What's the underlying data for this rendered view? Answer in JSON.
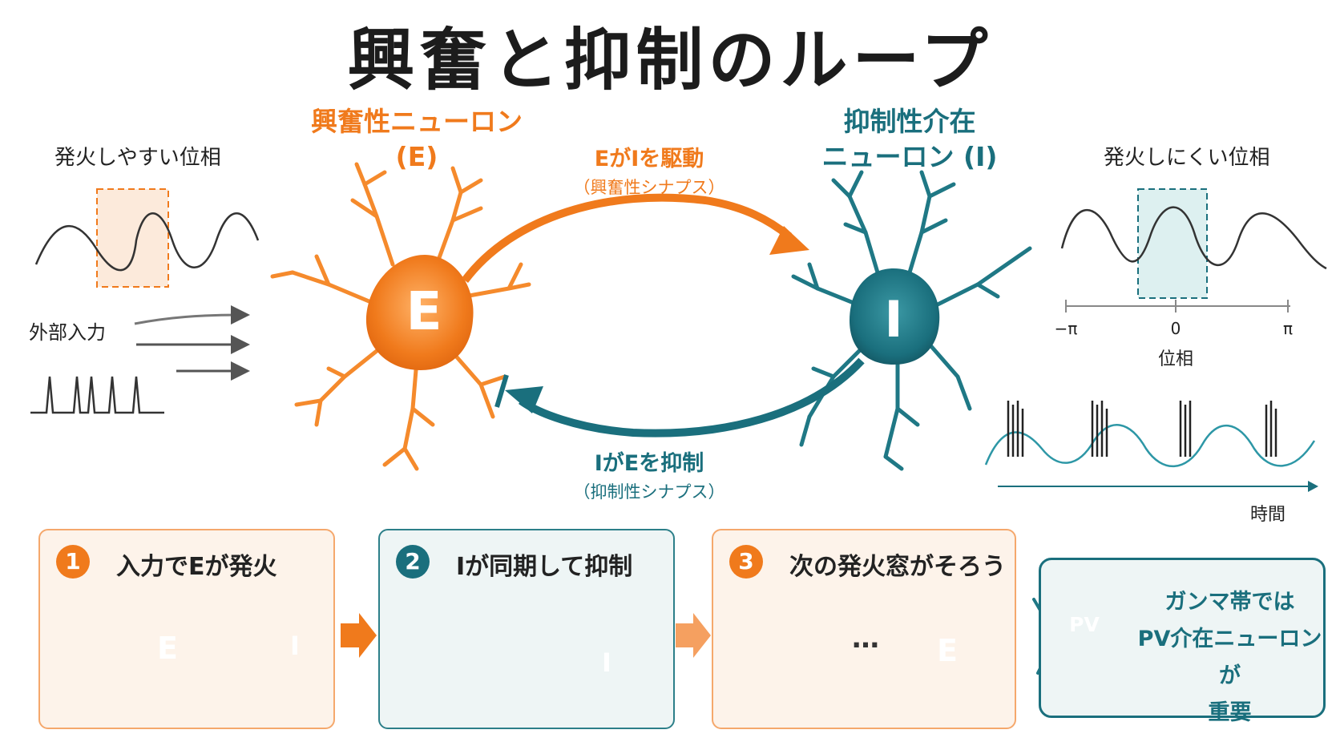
{
  "title": "興奮と抑制のループ",
  "excitatory": {
    "label_line1": "興奮性ニューロン",
    "label_line2": "(E)",
    "letter": "E"
  },
  "inhibitory": {
    "label_line1": "抑制性介在",
    "label_line2": "ニューロン (I)",
    "letter": "I"
  },
  "drive": {
    "label": "EがIを駆動",
    "sub": "（興奮性シナプス）"
  },
  "inhibit": {
    "label": "IがEを抑制",
    "sub": "（抑制性シナプス）"
  },
  "left_panel": {
    "title": "発火しやすい位相",
    "input_label": "外部入力"
  },
  "right_panel": {
    "title": "発火しにくい位相",
    "axis_ticks": [
      "−π",
      "0",
      "π"
    ],
    "axis_label": "位相",
    "time_label": "時間"
  },
  "steps": [
    {
      "num": "1",
      "text": "入力でEが発火",
      "e_letter": "E",
      "i_letter": "I"
    },
    {
      "num": "2",
      "text": "Iが同期して抑制",
      "i_letter": "I"
    },
    {
      "num": "3",
      "text": "次の発火窓がそろう",
      "dots": "…",
      "e_letter": "E"
    }
  ],
  "pv": {
    "badge": "PV",
    "line1": "ガンマ帯では",
    "line2": "PV介在ニューロンが",
    "line3": "重要"
  },
  "colors": {
    "orange": "#f07a1c",
    "teal": "#1a6f7d",
    "light_orange": "#fdf3ea",
    "light_teal": "#eef5f5"
  }
}
